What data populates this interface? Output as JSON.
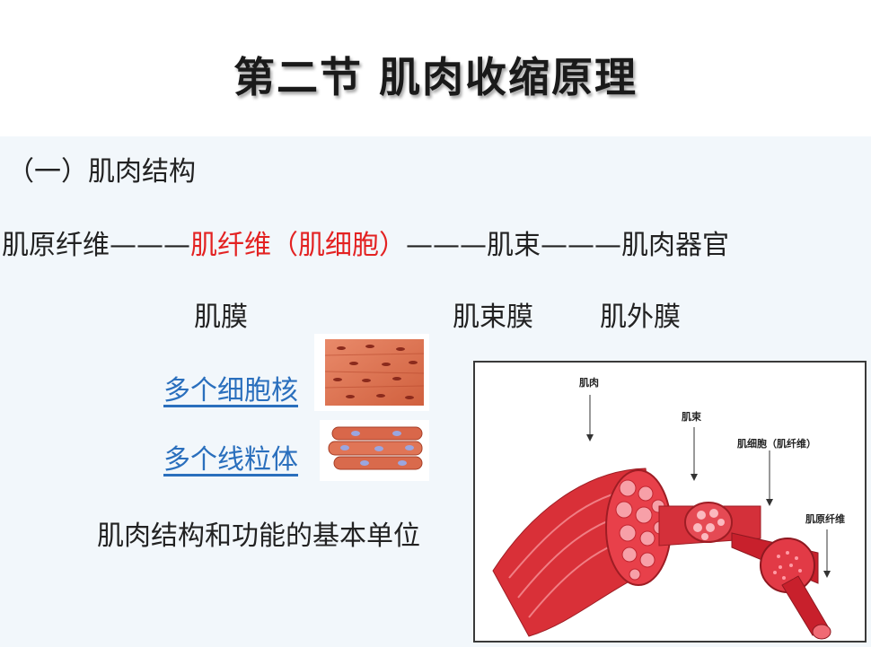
{
  "title": "第二节   肌肉收缩原理",
  "section_heading": "（一）肌肉结构",
  "hierarchy": {
    "level1": "肌原纤维",
    "sep1": "———",
    "level2": "肌纤维（肌细胞）",
    "sep2": "———",
    "level3": "肌束",
    "sep3": "———",
    "level4": "肌肉器官"
  },
  "membranes": {
    "m1": "肌膜",
    "m2": "肌束膜",
    "m3": "肌外膜"
  },
  "features": {
    "nuclei": "多个细胞核",
    "mitochondria": "多个线粒体"
  },
  "unit_statement": "肌肉结构和功能的基本单位",
  "diagram_labels": {
    "muscle": "肌肉",
    "bundle": "肌束",
    "fiber": "肌细胞（肌纤维）",
    "myofibril": "肌原纤维"
  },
  "colors": {
    "highlight": "#e32222",
    "link": "#2a6fbd",
    "muscle_red": "#c8202c"
  }
}
